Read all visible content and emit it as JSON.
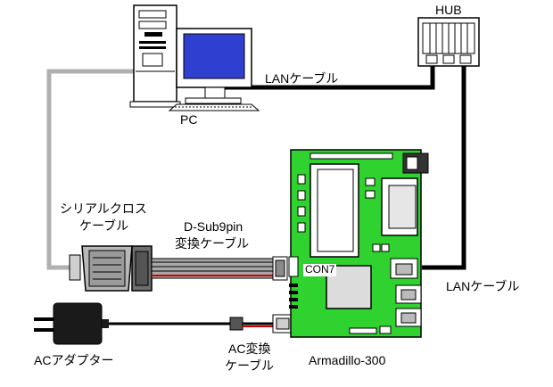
{
  "labels": {
    "pc": "PC",
    "hub": "HUB",
    "lan_top": "LANケーブル",
    "lan_right": "LANケーブル",
    "serial_line1": "シリアルクロス",
    "serial_line2": "ケーブル",
    "dsub_line1": "D-Sub9pin",
    "dsub_line2": "変換ケーブル",
    "con7": "CON7",
    "ac_adapter": "ACアダプター",
    "ac_cable_line1": "AC変換",
    "ac_cable_line2": "ケーブル",
    "board": "Armadillo-300"
  },
  "colors": {
    "monitor_screen": "#2f3fd0",
    "board_green": "#2fd22f",
    "lan_cable": "#000000",
    "serial_cable": "#b0b0b0",
    "red_wire": "#cc0000",
    "adapter": "#1a1a1a"
  }
}
